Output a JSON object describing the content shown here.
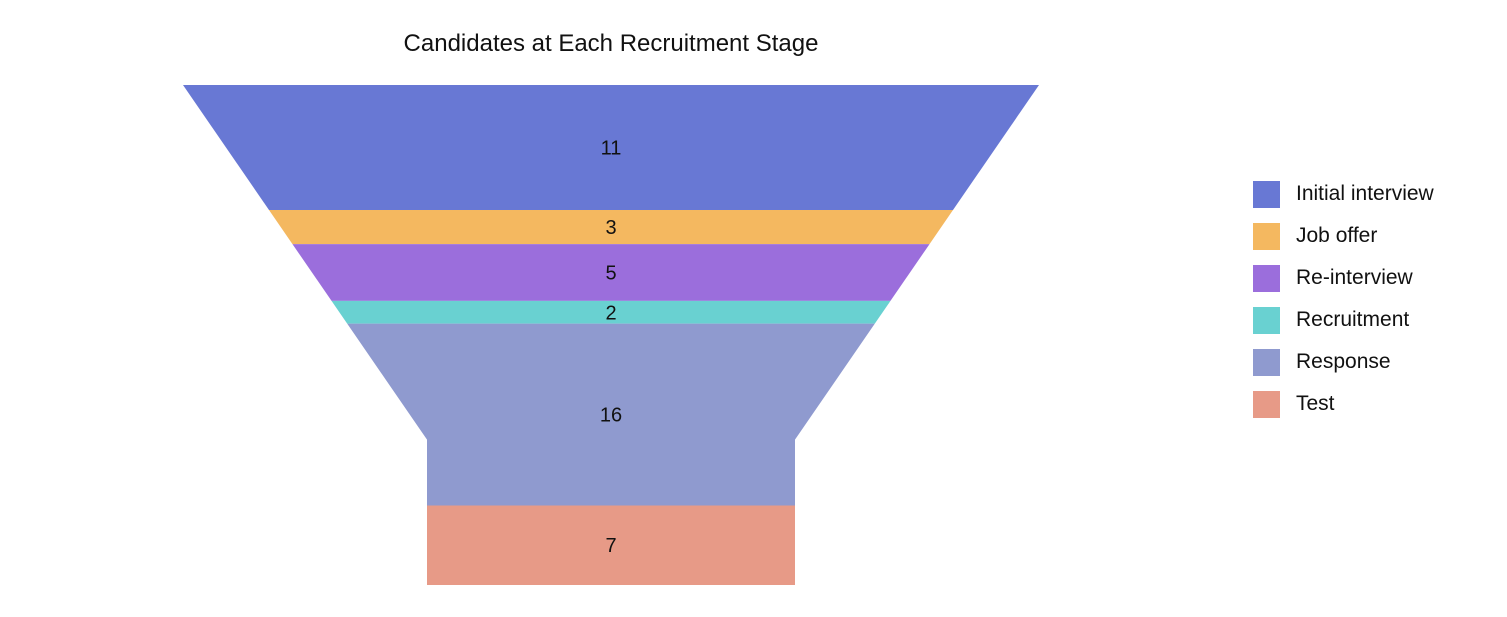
{
  "chart_data": {
    "type": "funnel",
    "title": "Candidates at Each Recruitment Stage",
    "categories": [
      "Initial interview",
      "Job offer",
      "Re-interview",
      "Recruitment",
      "Response",
      "Test"
    ],
    "values": [
      11,
      3,
      5,
      2,
      16,
      7
    ],
    "colors": [
      "#6878d4",
      "#f4b860",
      "#9b6edc",
      "#69d1d1",
      "#8f9acf",
      "#e79a87"
    ],
    "legend_position": "right"
  }
}
